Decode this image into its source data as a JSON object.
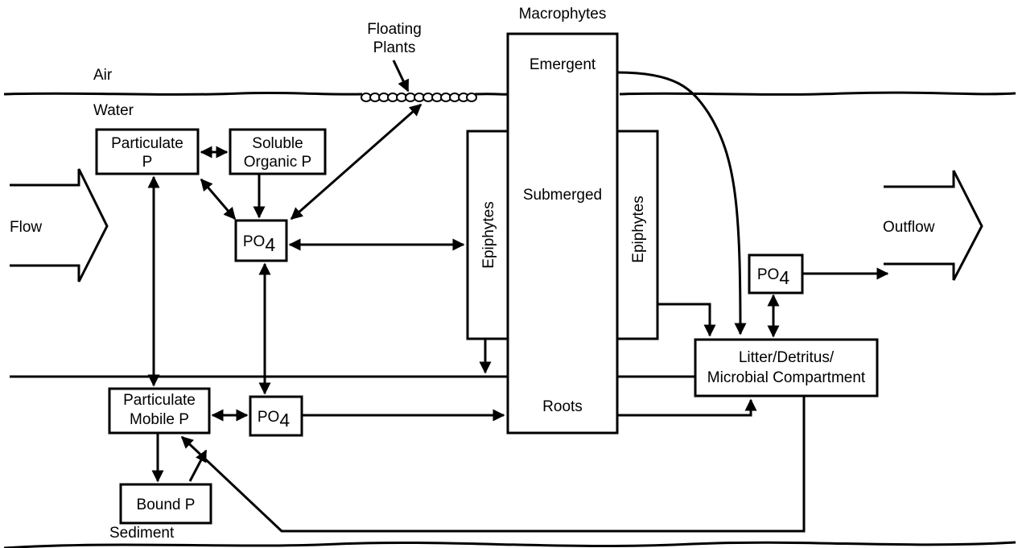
{
  "regions": {
    "air": "Air",
    "water": "Water",
    "sediment": "Sediment"
  },
  "floating_plants": {
    "line1": "Floating",
    "line2": "Plants"
  },
  "macrophytes": {
    "title": "Macrophytes",
    "emergent": "Emergent",
    "submerged": "Submerged",
    "roots": "Roots"
  },
  "epiphytes_left": "Epiphytes",
  "epiphytes_right": "Epiphytes",
  "particulate_p": {
    "line1": "Particulate",
    "line2": "P"
  },
  "soluble_organic_p": {
    "line1": "Soluble",
    "line2": "Organic P"
  },
  "po4_water": {
    "base": "PO",
    "sub": "4"
  },
  "po4_sediment": {
    "base": "PO",
    "sub": "4"
  },
  "po4_outflow": {
    "base": "PO",
    "sub": "4"
  },
  "particulate_mobile_p": {
    "line1": "Particulate",
    "line2": "Mobile P"
  },
  "bound_p": "Bound P",
  "litter": {
    "line1": "Litter/Detritus/",
    "line2": "Microbial Compartment"
  },
  "flow": "Flow",
  "outflow": "Outflow"
}
